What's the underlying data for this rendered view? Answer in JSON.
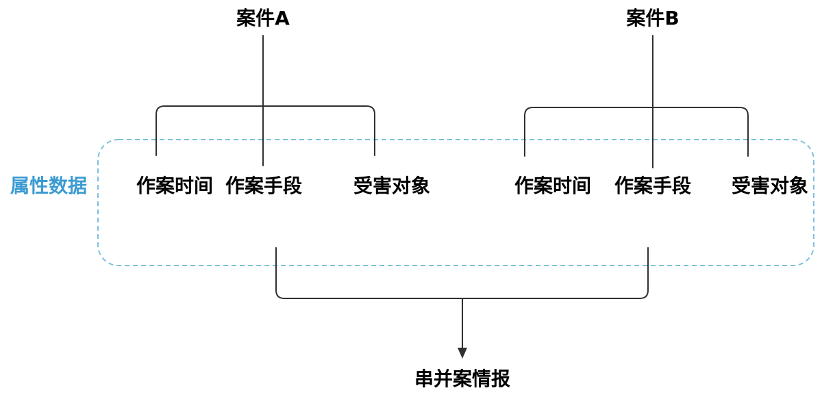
{
  "diagram": {
    "cases": [
      {
        "title": "案件A",
        "attributes": [
          "作案时间",
          "作案手段",
          "受害对象"
        ]
      },
      {
        "title": "案件B",
        "attributes": [
          "作案时间",
          "作案手段",
          "受害对象"
        ]
      }
    ],
    "region_label": "属性数据",
    "result_label": "串并案情报",
    "colors": {
      "accent_blue": "#3B9BD1",
      "dashed_border": "#7CC0DC",
      "line": "#303030",
      "text": "#000000",
      "background": "#FFFFFF"
    }
  }
}
